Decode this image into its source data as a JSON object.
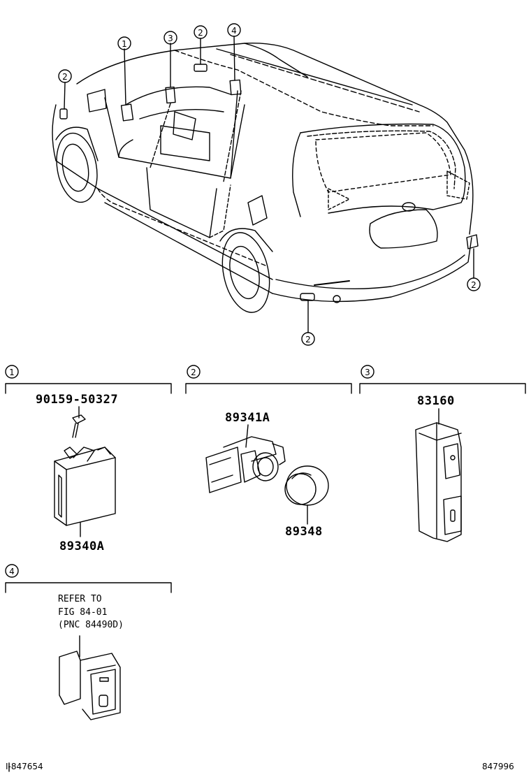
{
  "callouts": {
    "c1": "1",
    "c2": "2",
    "c3": "3",
    "c4": "4"
  },
  "sections": [
    {
      "id": "1",
      "parts": [
        "90159-50327",
        "89340A"
      ]
    },
    {
      "id": "2",
      "parts": [
        "89341A",
        "89348"
      ]
    },
    {
      "id": "3",
      "parts": [
        "83160"
      ]
    },
    {
      "id": "4",
      "note": [
        "REFER TO",
        "FIG 84-01",
        "(PNC 84490D)"
      ]
    }
  ],
  "footer": {
    "left": "I-847654",
    "right": "847996"
  }
}
